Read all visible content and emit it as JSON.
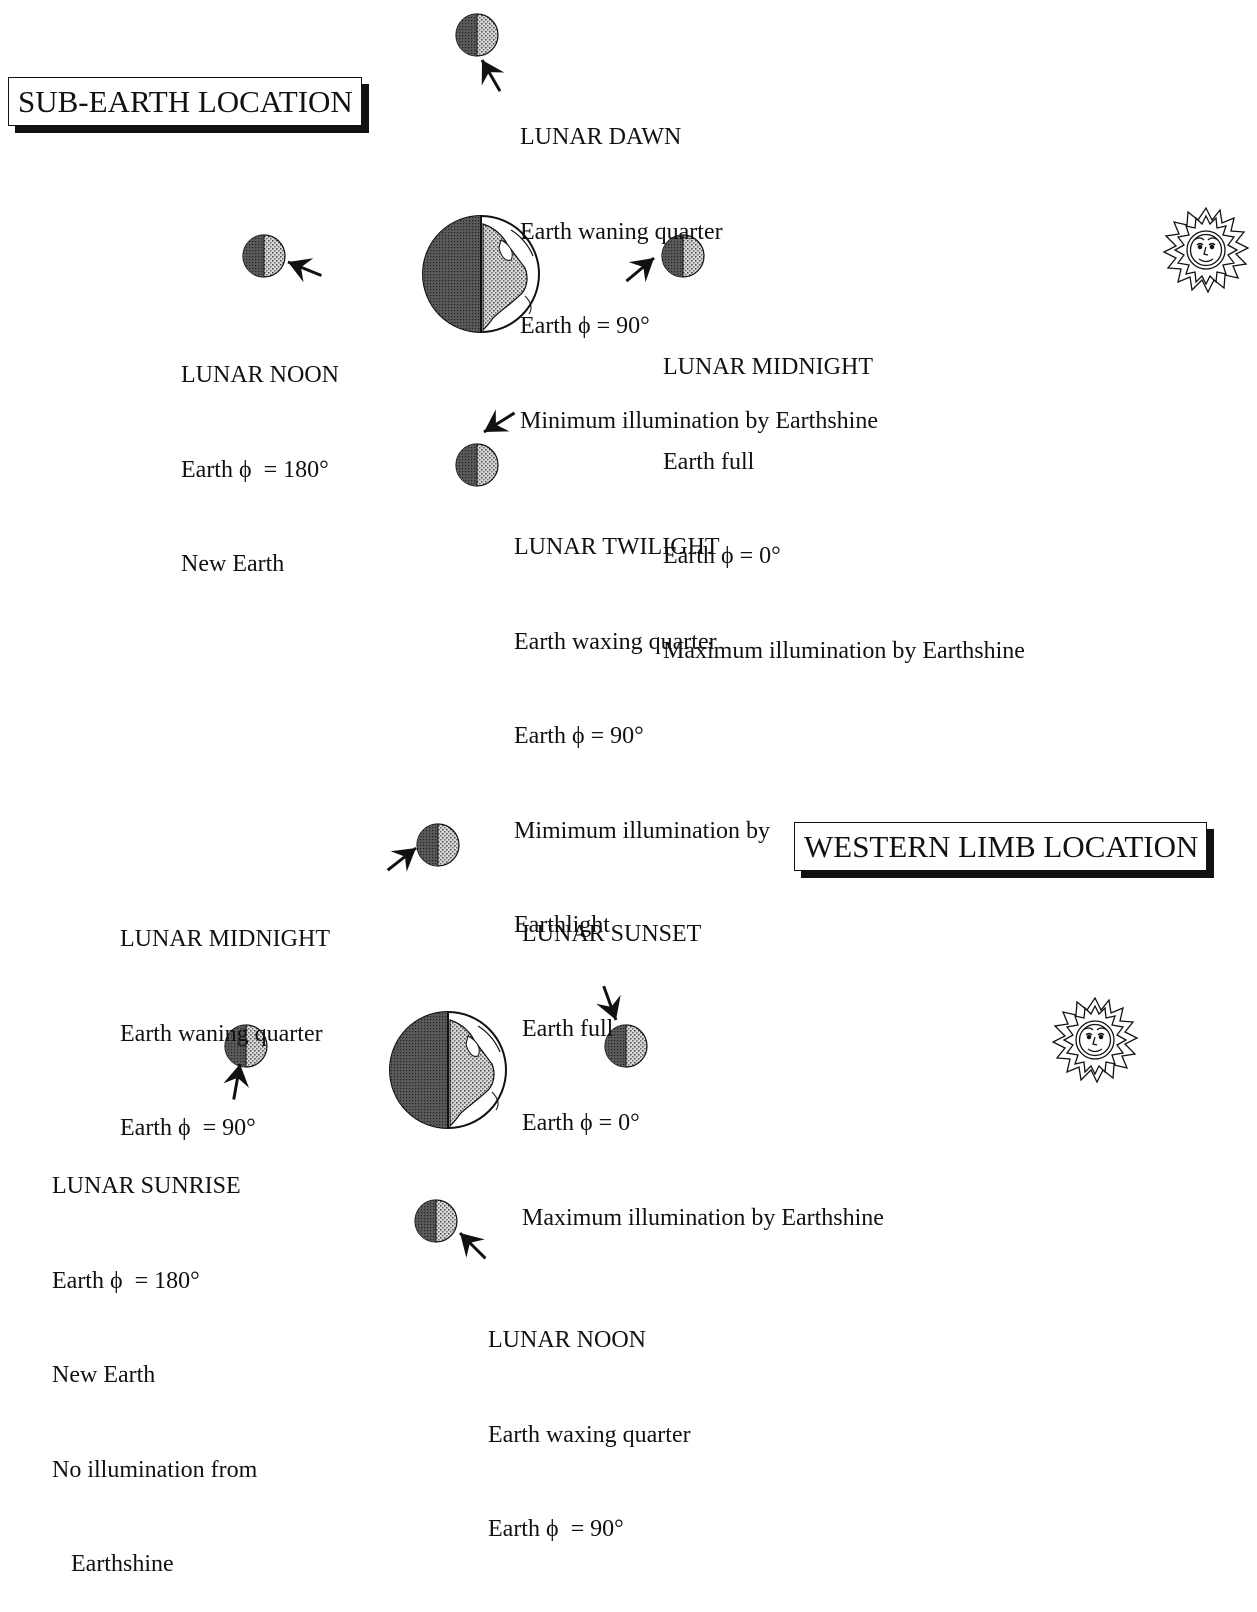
{
  "sub_earth": {
    "title": "SUB-EARTH LOCATION",
    "dawn": [
      "LUNAR DAWN",
      "Earth waning quarter",
      "Earth ϕ = 90°",
      "Minimum illumination by Earthshine"
    ],
    "noon": [
      "LUNAR NOON",
      "Earth ϕ  = 180°",
      "New Earth"
    ],
    "midnight": [
      "LUNAR MIDNIGHT",
      "Earth full",
      "Earth ϕ = 0°",
      "Maximum illumination by Earthshine"
    ],
    "twilight": [
      "LUNAR TWILIGHT",
      "Earth waxing quarter",
      "Earth ϕ = 90°",
      "Mimimum illumination by",
      "Earthlight"
    ]
  },
  "western_limb": {
    "title": "WESTERN LIMB LOCATION",
    "midnight": [
      "LUNAR MIDNIGHT",
      "Earth waning quarter",
      "Earth ϕ  = 90°"
    ],
    "sunset": [
      "LUNAR SUNSET",
      "Earth full",
      "Earth ϕ = 0°",
      "Maximum illumination by Earthshine"
    ],
    "sunrise": [
      "LUNAR SUNRISE",
      "Earth ϕ  = 180°",
      "New Earth",
      "No illumination from",
      "Earthshine"
    ],
    "noon": [
      "LUNAR NOON",
      "Earth waxing quarter",
      "Earth ϕ  = 90°"
    ]
  },
  "icons": [
    "earth-globe-icon",
    "moon-phase-icon",
    "sun-face-icon",
    "arrow-icon"
  ]
}
